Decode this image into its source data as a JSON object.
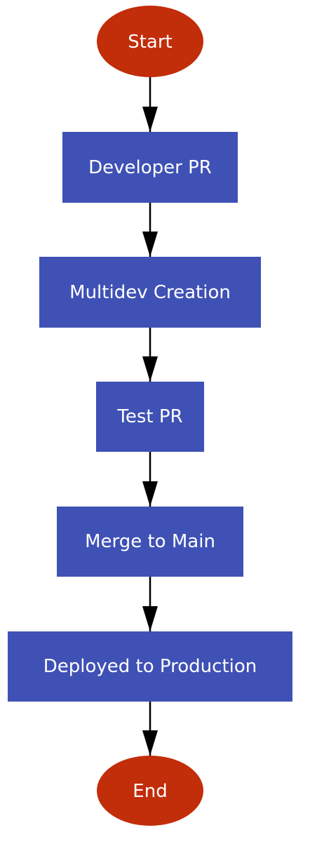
{
  "diagram": {
    "type": "flowchart",
    "direction": "top-to-bottom",
    "colors": {
      "terminal": "#C22D0A",
      "process": "#3F51B5",
      "text": "#FFFFFF",
      "edge": "#000000",
      "background": "#FFFFFF"
    },
    "nodes": [
      {
        "id": "start",
        "shape": "ellipse",
        "label": "Start"
      },
      {
        "id": "developer-pr",
        "shape": "rectangle",
        "label": "Developer PR"
      },
      {
        "id": "multidev-creation",
        "shape": "rectangle",
        "label": "Multidev Creation"
      },
      {
        "id": "test-pr",
        "shape": "rectangle",
        "label": "Test PR"
      },
      {
        "id": "merge-to-main",
        "shape": "rectangle",
        "label": "Merge to Main"
      },
      {
        "id": "deployed-to-production",
        "shape": "rectangle",
        "label": "Deployed to Production"
      },
      {
        "id": "end",
        "shape": "ellipse",
        "label": "End"
      }
    ],
    "edges": [
      {
        "from": "start",
        "to": "developer-pr"
      },
      {
        "from": "developer-pr",
        "to": "multidev-creation"
      },
      {
        "from": "multidev-creation",
        "to": "test-pr"
      },
      {
        "from": "test-pr",
        "to": "merge-to-main"
      },
      {
        "from": "merge-to-main",
        "to": "deployed-to-production"
      },
      {
        "from": "deployed-to-production",
        "to": "end"
      }
    ]
  }
}
